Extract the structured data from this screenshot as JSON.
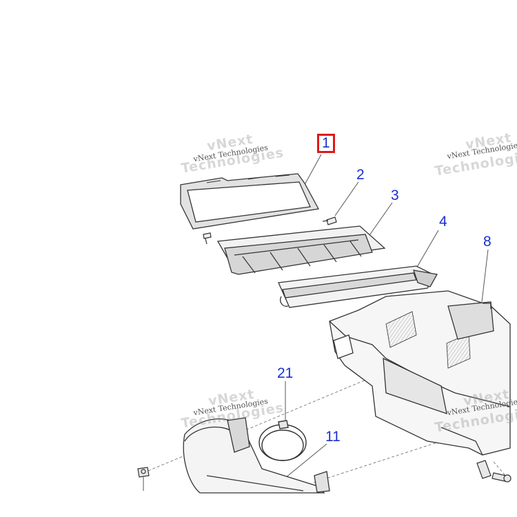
{
  "diagram": {
    "callouts": [
      {
        "id": "1",
        "label": "1",
        "selected": true
      },
      {
        "id": "2",
        "label": "2",
        "selected": false
      },
      {
        "id": "3",
        "label": "3",
        "selected": false
      },
      {
        "id": "4",
        "label": "4",
        "selected": false
      },
      {
        "id": "8",
        "label": "8",
        "selected": false
      },
      {
        "id": "21",
        "label": "21",
        "selected": false
      },
      {
        "id": "11",
        "label": "11",
        "selected": false
      }
    ],
    "watermark": {
      "line1": "vNext Technologies",
      "line2": "Technologies",
      "overlay": "vNext"
    },
    "colors": {
      "callout": "#1a2fd0",
      "selection_box": "#e01818",
      "line_art": "#333333",
      "shading": "#cfcfcf"
    }
  }
}
